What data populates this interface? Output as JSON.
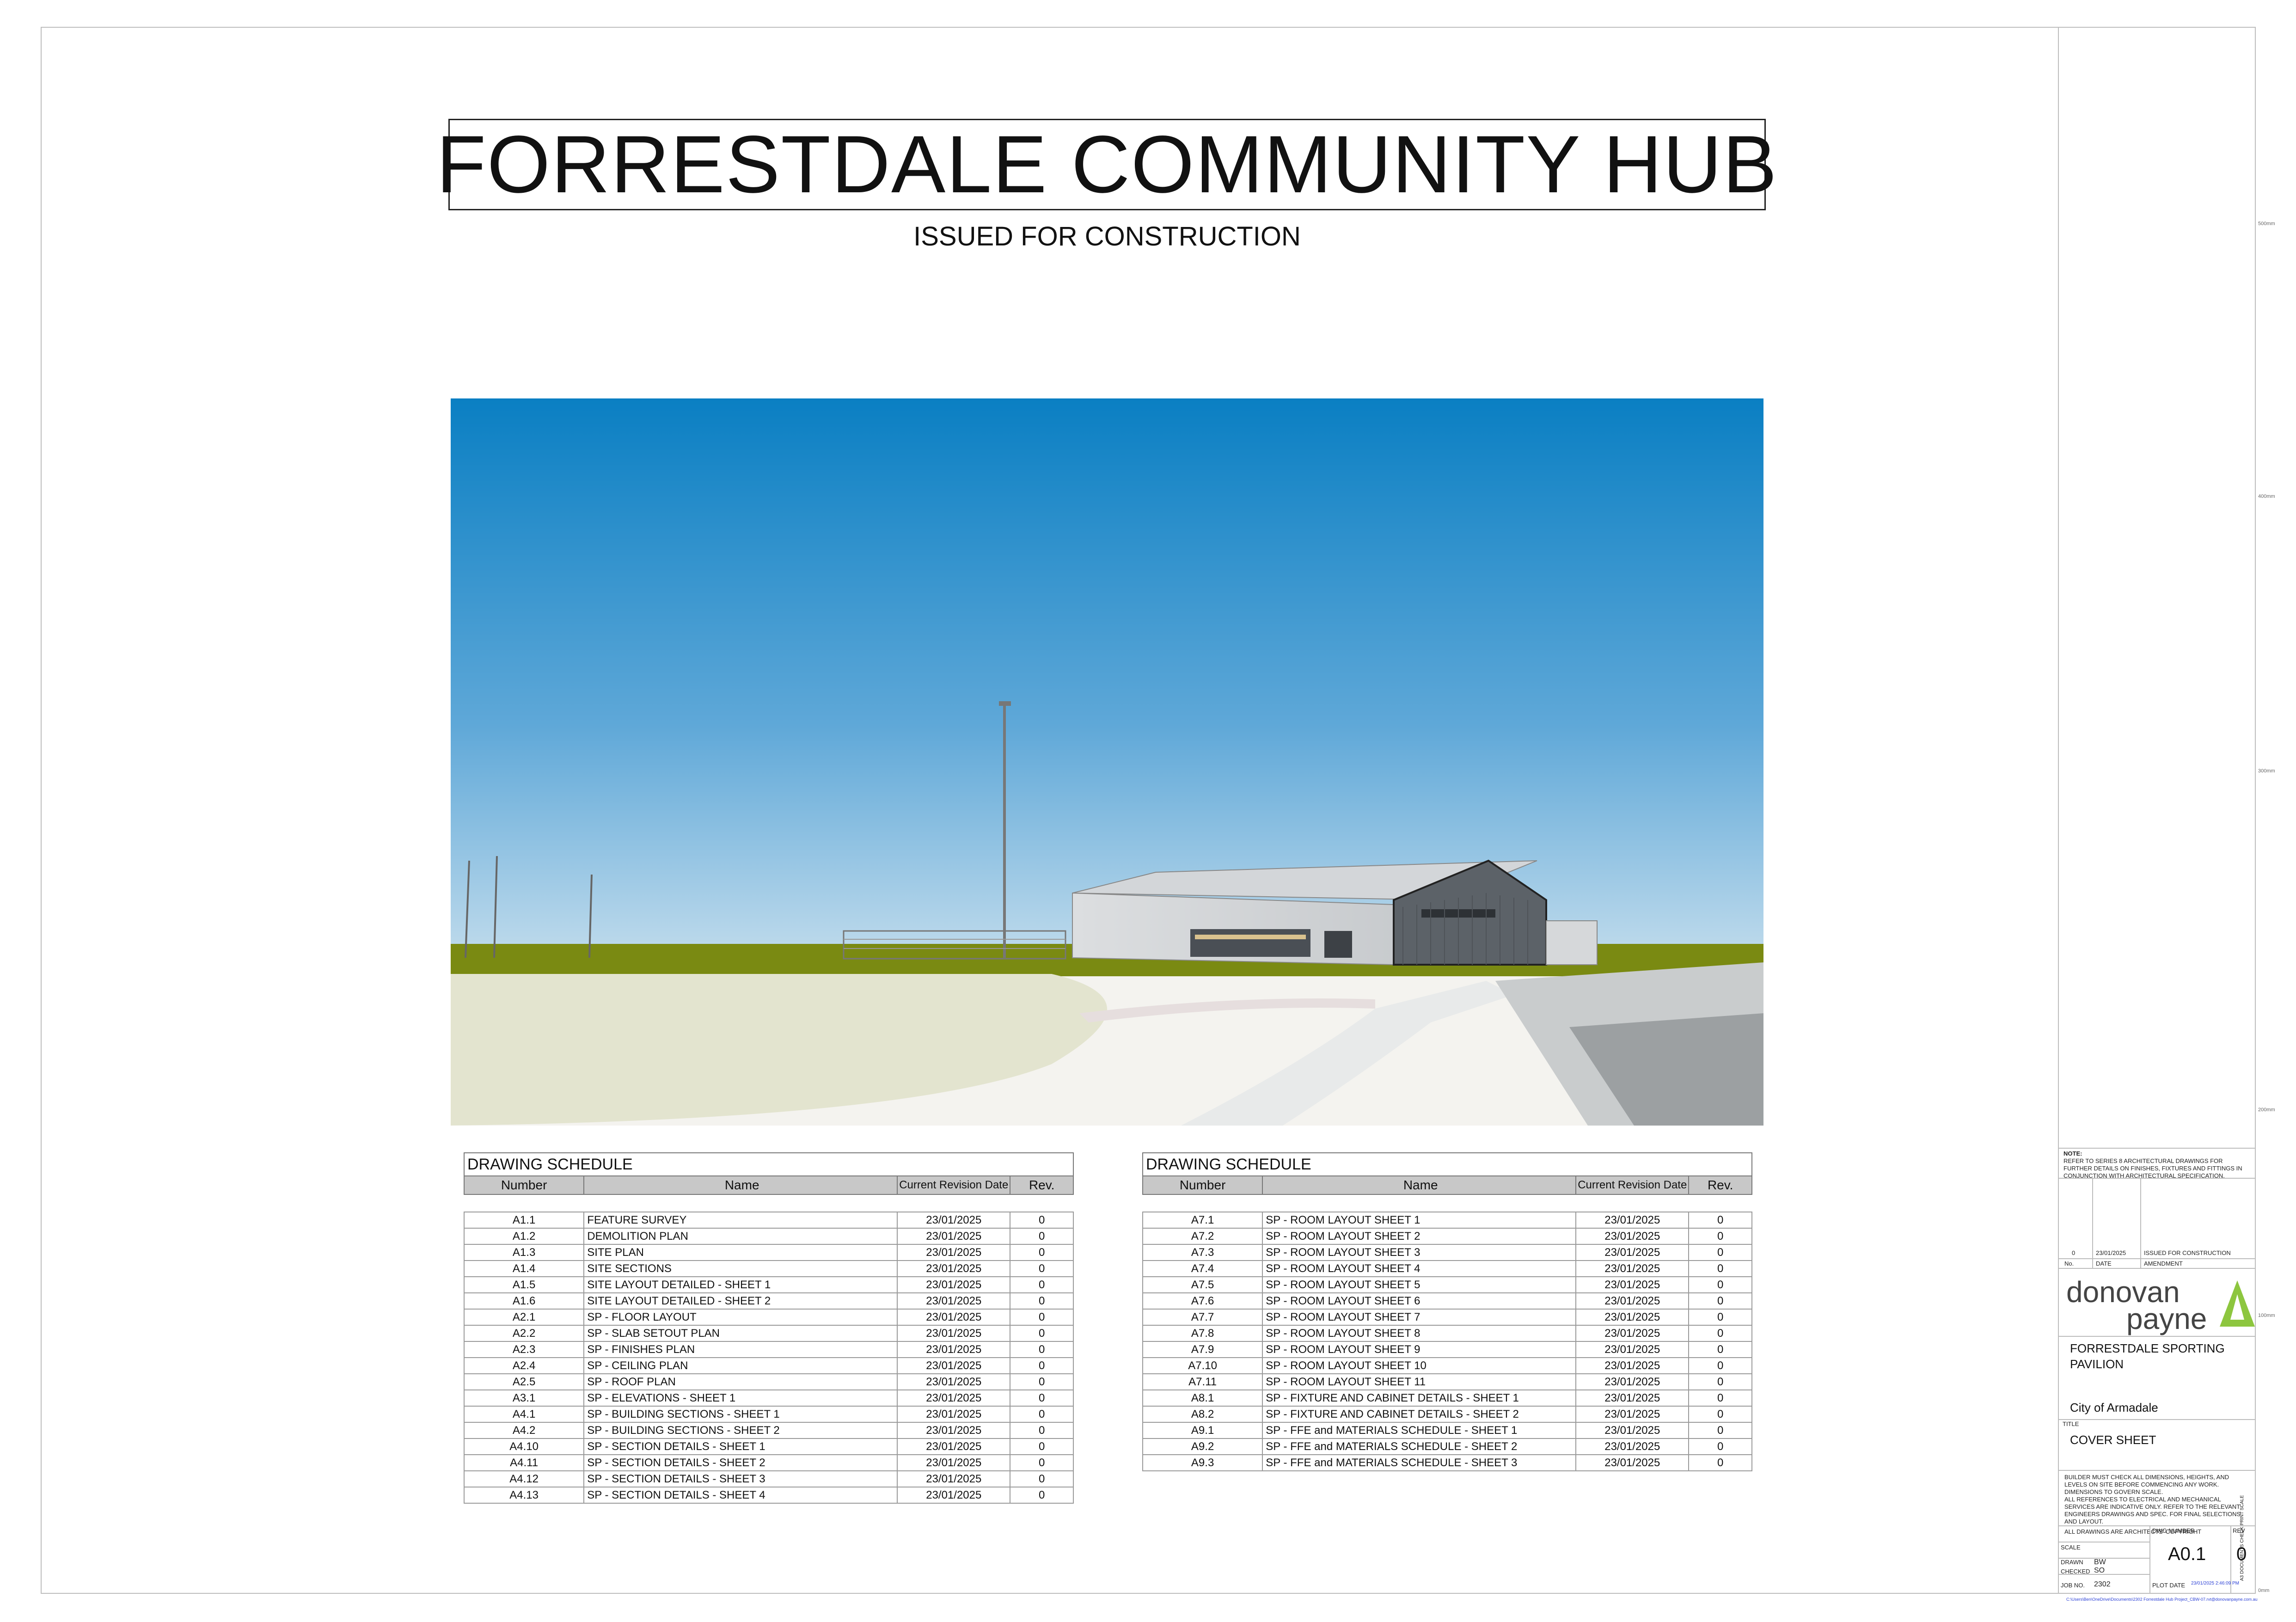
{
  "title": "FORRESTDALE COMMUNITY HUB",
  "subtitle": "ISSUED FOR CONSTRUCTION",
  "schedule_left": {
    "title": "DRAWING SCHEDULE",
    "headers": [
      "Number",
      "Name",
      "Current Revision Date",
      "Rev."
    ],
    "rows": [
      [
        "A1.1",
        "FEATURE SURVEY",
        "23/01/2025",
        "0"
      ],
      [
        "A1.2",
        "DEMOLITION PLAN",
        "23/01/2025",
        "0"
      ],
      [
        "A1.3",
        "SITE PLAN",
        "23/01/2025",
        "0"
      ],
      [
        "A1.4",
        "SITE SECTIONS",
        "23/01/2025",
        "0"
      ],
      [
        "A1.5",
        "SITE LAYOUT DETAILED - SHEET 1",
        "23/01/2025",
        "0"
      ],
      [
        "A1.6",
        "SITE LAYOUT DETAILED - SHEET 2",
        "23/01/2025",
        "0"
      ],
      [
        "A2.1",
        "SP - FLOOR LAYOUT",
        "23/01/2025",
        "0"
      ],
      [
        "A2.2",
        "SP - SLAB SETOUT PLAN",
        "23/01/2025",
        "0"
      ],
      [
        "A2.3",
        "SP - FINISHES PLAN",
        "23/01/2025",
        "0"
      ],
      [
        "A2.4",
        "SP - CEILING PLAN",
        "23/01/2025",
        "0"
      ],
      [
        "A2.5",
        "SP - ROOF PLAN",
        "23/01/2025",
        "0"
      ],
      [
        "A3.1",
        "SP - ELEVATIONS - SHEET 1",
        "23/01/2025",
        "0"
      ],
      [
        "A4.1",
        "SP - BUILDING SECTIONS - SHEET 1",
        "23/01/2025",
        "0"
      ],
      [
        "A4.2",
        "SP - BUILDING SECTIONS - SHEET 2",
        "23/01/2025",
        "0"
      ],
      [
        "A4.10",
        "SP - SECTION DETAILS - SHEET 1",
        "23/01/2025",
        "0"
      ],
      [
        "A4.11",
        "SP - SECTION DETAILS - SHEET 2",
        "23/01/2025",
        "0"
      ],
      [
        "A4.12",
        "SP - SECTION DETAILS - SHEET 3",
        "23/01/2025",
        "0"
      ],
      [
        "A4.13",
        "SP - SECTION DETAILS - SHEET 4",
        "23/01/2025",
        "0"
      ]
    ]
  },
  "schedule_right": {
    "title": "DRAWING SCHEDULE",
    "headers": [
      "Number",
      "Name",
      "Current Revision Date",
      "Rev."
    ],
    "rows": [
      [
        "A7.1",
        "SP - ROOM LAYOUT SHEET 1",
        "23/01/2025",
        "0"
      ],
      [
        "A7.2",
        "SP - ROOM LAYOUT SHEET 2",
        "23/01/2025",
        "0"
      ],
      [
        "A7.3",
        "SP - ROOM LAYOUT SHEET 3",
        "23/01/2025",
        "0"
      ],
      [
        "A7.4",
        "SP - ROOM LAYOUT SHEET 4",
        "23/01/2025",
        "0"
      ],
      [
        "A7.5",
        "SP -  ROOM LAYOUT SHEET 5",
        "23/01/2025",
        "0"
      ],
      [
        "A7.6",
        "SP - ROOM LAYOUT SHEET 6",
        "23/01/2025",
        "0"
      ],
      [
        "A7.7",
        "SP -  ROOM LAYOUT SHEET 7",
        "23/01/2025",
        "0"
      ],
      [
        "A7.8",
        "SP - ROOM LAYOUT SHEET 8",
        "23/01/2025",
        "0"
      ],
      [
        "A7.9",
        "SP - ROOM LAYOUT SHEET 9",
        "23/01/2025",
        "0"
      ],
      [
        "A7.10",
        "SP - ROOM LAYOUT SHEET 10",
        "23/01/2025",
        "0"
      ],
      [
        "A7.11",
        "SP - ROOM LAYOUT SHEET 11",
        "23/01/2025",
        "0"
      ],
      [
        "A8.1",
        "SP - FIXTURE AND CABINET DETAILS - SHEET 1",
        "23/01/2025",
        "0"
      ],
      [
        "A8.2",
        "SP - FIXTURE AND CABINET DETAILS - SHEET 2",
        "23/01/2025",
        "0"
      ],
      [
        "A9.1",
        "SP - FFE and MATERIALS SCHEDULE - SHEET 1",
        "23/01/2025",
        "0"
      ],
      [
        "A9.2",
        "SP - FFE and MATERIALS SCHEDULE - SHEET 2",
        "23/01/2025",
        "0"
      ],
      [
        "A9.3",
        "SP - FFE and MATERIALS SCHEDULE - SHEET 3",
        "23/01/2025",
        "0"
      ]
    ]
  },
  "title_block": {
    "note_label": "NOTE:",
    "note_text": "REFER TO SERIES 8 ARCHITECTURAL DRAWINGS FOR FURTHER DETAILS ON FINISHES, FIXTURES AND FITTINGS IN CONJUNCTION WITH ARCHITECTURAL SPECIFICATION.",
    "revision": {
      "no": "0",
      "date": "23/01/2025",
      "amendment": "ISSUED FOR CONSTRUCTION"
    },
    "rev_headers": [
      "No.",
      "DATE",
      "AMENDMENT"
    ],
    "logo_line1": "donovan",
    "logo_line2": "payne",
    "project_line1": "FORRESTDALE SPORTING",
    "project_line2": "PAVILION",
    "client": "City of Armadale",
    "title_label": "TITLE",
    "sheet_title": "COVER SHEET",
    "notes": [
      "BUILDER MUST CHECK ALL DIMENSIONS, HEIGHTS, AND LEVELS ON SITE BEFORE COMMENCING ANY WORK.",
      "DIMENSIONS TO GOVERN SCALE.",
      "ALL REFERENCES TO ELECTRICAL AND MECHANICAL SERVICES ARE INDICATIVE ONLY.  REFER TO THE RELEVANT ENGINEERS DRAWINGS AND SPEC. FOR FINAL SELECTIONS AND LAYOUT."
    ],
    "copyright": "ALL DRAWINGS ARE ARCHITECTS' COPYRIGHT",
    "dwg_number_label": "DWG NUMBER",
    "rev_label": "REV",
    "dwg_number": "A0.1",
    "rev": "0",
    "scale_label": "SCALE",
    "drawn_label": "DRAWN",
    "drawn": "BW",
    "checked_label": "CHECKED",
    "checked": "SO",
    "job_label": "JOB NO.",
    "job": "2302",
    "plot_label": "PLOT DATE",
    "plot_date": "23/01/2025 2:46:09 PM",
    "side_note": "A3 DOCUMENTS CHECK PRINT SCALE",
    "file_path": "C:\\Users\\Ben\\OneDrive\\Documents\\2302 Forrestdale Hub Project_CBW-07.rvt@donovanpayne.com.au"
  },
  "scale_marks": [
    "500mm",
    "400mm",
    "300mm",
    "200mm",
    "100mm",
    "0mm"
  ],
  "colors": {
    "sky_top": "#0a7fc3",
    "sky_bottom": "#f2f6f8",
    "grass": "#7a8a12",
    "accent_green": "#8dc63f"
  }
}
